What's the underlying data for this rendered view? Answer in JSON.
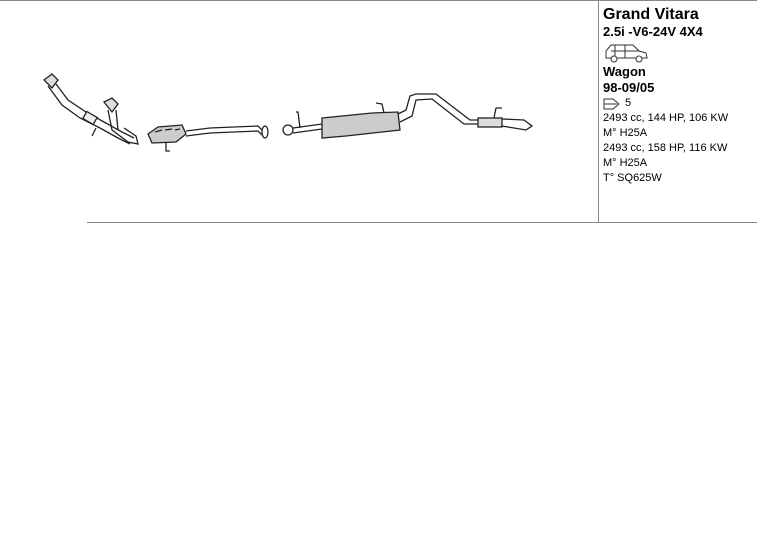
{
  "vehicle": {
    "model": "Grand Vitara",
    "engine": "2.5i -V6-24V 4X4",
    "body_type": "Wagon",
    "years": "98-09/05",
    "doors": "5",
    "specs": [
      "2493 cc, 144 HP, 106 KW",
      "M° H25A",
      "2493 cc, 158 HP, 116 KW",
      "M° H25A",
      "T° SQ625W"
    ]
  },
  "icons": {
    "car": "wagon-car-icon",
    "door": "door-icon"
  }
}
